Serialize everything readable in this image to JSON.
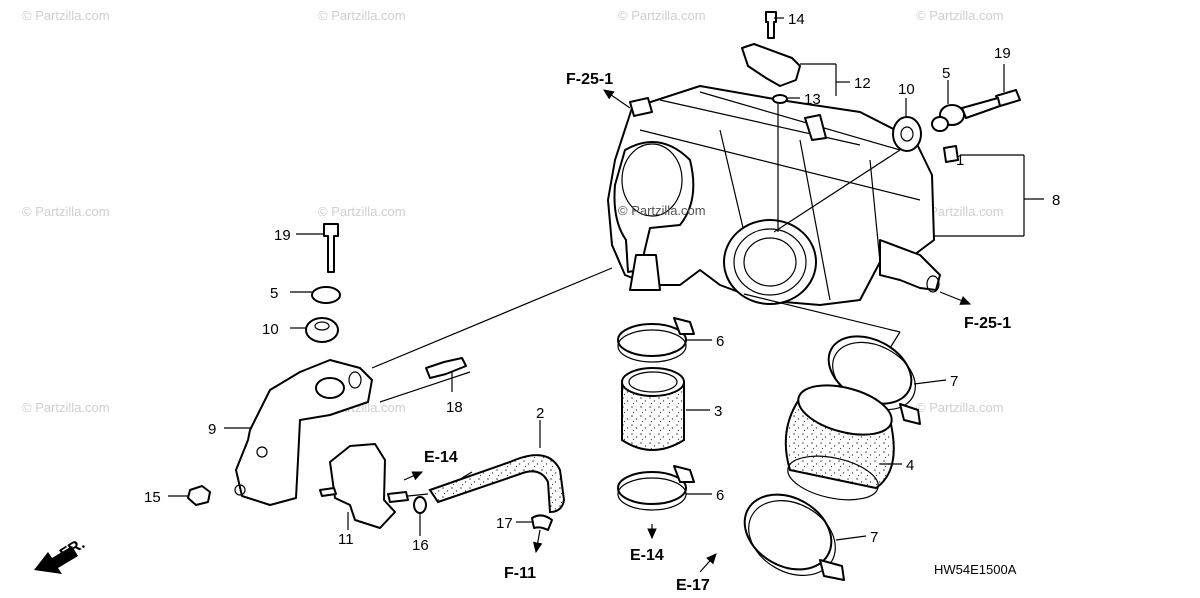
{
  "watermarks": [
    "© Partzilla.com"
  ],
  "center_watermark": "© Partzilla.com",
  "diagram_code": "HW54E1500A",
  "front_indicator": "FR.",
  "callouts": [
    "1",
    "2",
    "3",
    "4",
    "5",
    "5",
    "6",
    "6",
    "7",
    "7",
    "8",
    "9",
    "10",
    "10",
    "11",
    "12",
    "13",
    "14",
    "15",
    "16",
    "17",
    "18",
    "19",
    "19"
  ],
  "refs": [
    "F-25-1",
    "F-25-1",
    "E-14",
    "E-14",
    "E-17",
    "F-11"
  ]
}
